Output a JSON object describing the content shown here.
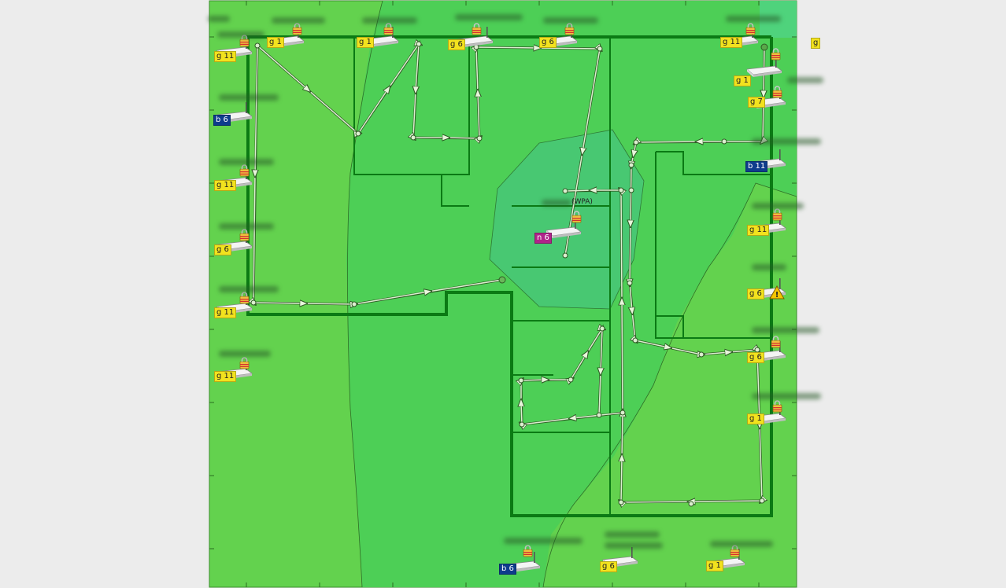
{
  "access_points": [
    {
      "id": "ap1",
      "label": "g 11",
      "band": "g"
    },
    {
      "id": "ap2",
      "label": "g 1",
      "band": "g"
    },
    {
      "id": "ap3",
      "label": "g 1",
      "band": "g"
    },
    {
      "id": "ap4",
      "label": "g 6",
      "band": "g"
    },
    {
      "id": "ap5",
      "label": "g 6",
      "band": "g"
    },
    {
      "id": "ap6",
      "label": "g 11",
      "band": "g"
    },
    {
      "id": "ap7",
      "label": "g 1",
      "band": "g"
    },
    {
      "id": "ap8",
      "label": "g 7",
      "band": "g"
    },
    {
      "id": "ap9",
      "label": "b 6",
      "band": "b"
    },
    {
      "id": "ap10",
      "label": "b 11",
      "band": "b"
    },
    {
      "id": "ap11",
      "label": "g 11",
      "band": "g"
    },
    {
      "id": "ap12",
      "label": "g 11",
      "band": "g"
    },
    {
      "id": "ap13",
      "label": "g 6",
      "band": "g"
    },
    {
      "id": "ap14",
      "label": "g 6",
      "band": "g"
    },
    {
      "id": "ap15",
      "label": "g 11",
      "band": "g"
    },
    {
      "id": "ap16",
      "label": "g 6",
      "band": "g"
    },
    {
      "id": "ap17",
      "label": "g 1",
      "band": "g"
    },
    {
      "id": "ap18",
      "label": "g 11",
      "band": "g"
    },
    {
      "id": "ap19",
      "label": "b 6",
      "band": "b"
    },
    {
      "id": "ap20",
      "label": "g 6",
      "band": "g"
    },
    {
      "id": "ap21",
      "label": "g 1",
      "band": "g"
    },
    {
      "id": "ap22",
      "label": "n 6",
      "band": "n"
    }
  ],
  "focus_ap_security": "(WPA)",
  "offmap_label": "g",
  "colors": {
    "coverage_light": "#63d24e",
    "coverage_medium": "#4dcf56",
    "coverage_focus": "#48c872",
    "walls": "#0b7a14",
    "path": "#dcefd0",
    "badge_g": "#f2e21e",
    "badge_b": "#0e3c8c",
    "badge_n": "#b0238a",
    "warning": "#f5c400"
  }
}
